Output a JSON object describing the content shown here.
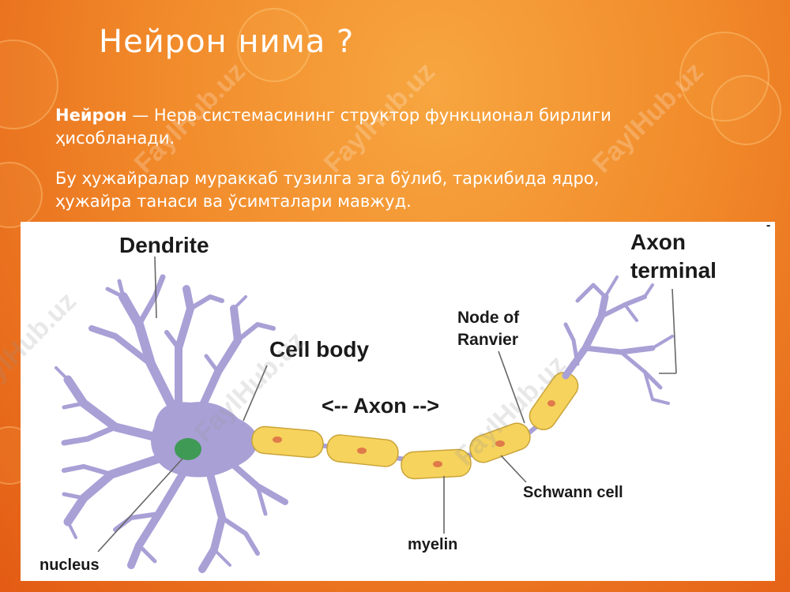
{
  "slide": {
    "title": "Нейрон нима ?",
    "paragraph1_bold": "Нейрон",
    "paragraph1_rest": "  — Нерв системасининг структор функционал бирлиги ҳисобланади.",
    "paragraph2": " Бу ҳужайралар мураккаб тузилга эга  бўлиб, таркибида ядро, ҳужайра танаси ва ўсимталари  мавжуд."
  },
  "diagram": {
    "labels": {
      "dendrite": "Dendrite",
      "axon_terminal_line1": "Axon",
      "axon_terminal_line2": "terminal",
      "node_line1": "Node of",
      "node_line2": "Ranvier",
      "cell_body": "Cell body",
      "axon": "<-- Axon -->",
      "schwann": "Schwann cell",
      "myelin": "myelin",
      "nucleus": "nucleus",
      "corner_mark": "-"
    },
    "colors": {
      "neuron": "#a9a0d6",
      "neuron_stroke": "#8f86c2",
      "myelin": "#f6d35c",
      "myelin_stroke": "#c9a43a",
      "nucleus": "#3f9a56",
      "schwann_dot": "#e07a4a"
    }
  },
  "watermark": "FaylHub.uz"
}
